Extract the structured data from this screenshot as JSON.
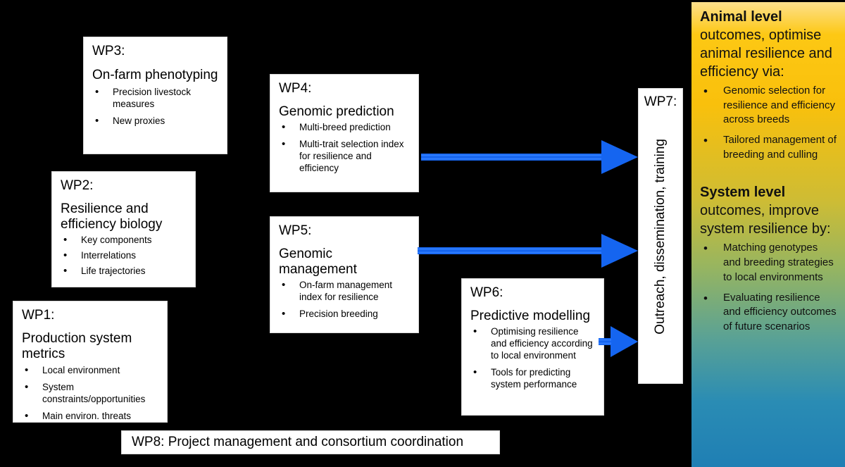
{
  "diagram": {
    "title": "Work package structure diagram",
    "background_color": "#000000",
    "accent_arrow_color": "#1565f0",
    "gradient_top_color": "#fdc814",
    "gradient_mid_color": "#97b560",
    "gradient_bottom_color": "#1f7fb4"
  },
  "work_packages": {
    "wp1": {
      "code": "WP1:",
      "title": "Production system metrics",
      "bullets": [
        "Local environment",
        "System constraints/opportunities",
        "Main environ. threats"
      ]
    },
    "wp2": {
      "code": "WP2:",
      "title": "Resilience and efficiency biology",
      "bullets": [
        "Key components",
        "Interrelations",
        "Life trajectories"
      ]
    },
    "wp3": {
      "code": "WP3:",
      "title": "On-farm phenotyping",
      "bullets": [
        "Precision livestock measures",
        "New proxies"
      ]
    },
    "wp4": {
      "code": "WP4:",
      "title": "Genomic prediction",
      "bullets": [
        "Multi-breed prediction",
        "Multi-trait selection index for resilience and efficiency"
      ]
    },
    "wp5": {
      "code": "WP5:",
      "title": "Genomic management",
      "bullets": [
        "On-farm management index for resilience",
        "Precision breeding"
      ]
    },
    "wp6": {
      "code": "WP6:",
      "title": "Predictive modelling",
      "bullets": [
        "Optimising resilience and efficiency according to local environment",
        "Tools for predicting system performance"
      ]
    },
    "wp7": {
      "code": "WP7:",
      "title": "Outreach, dissemination, training"
    },
    "wp8": {
      "label": "WP8: Project management and consortium coordination"
    }
  },
  "outcomes": {
    "animal": {
      "heading": "Animal level",
      "subheading": "outcomes, optimise animal resilience and efficiency via:",
      "bullets": [
        "Genomic selection for resilience and efficiency across breeds",
        "Tailored management of breeding and culling"
      ]
    },
    "system": {
      "heading": "System level",
      "subheading": "outcomes, improve system resilience by:",
      "bullets": [
        "Matching genotypes and breeding strategies to local environments",
        "Evaluating resilience and efficiency outcomes of future scenarios"
      ]
    }
  },
  "arrows": [
    {
      "name": "arrow-wp4-to-wp7"
    },
    {
      "name": "arrow-wp5-to-wp7"
    },
    {
      "name": "arrow-wp6-to-wp7"
    }
  ]
}
